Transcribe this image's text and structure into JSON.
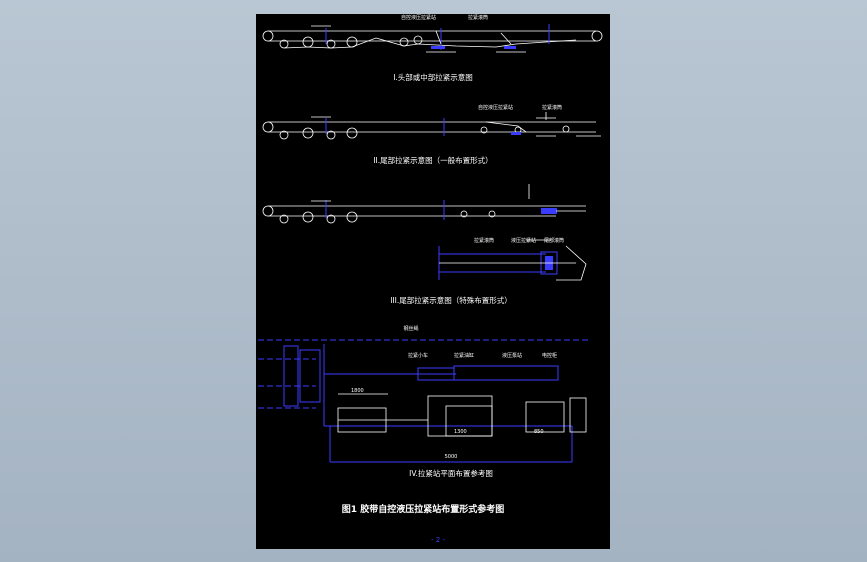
{
  "colors": {
    "background": "#a9b8c6",
    "sheet": "#000000",
    "line": "#ffffff",
    "accent": "#3a3cff"
  },
  "diagram1": {
    "caption": "I.头部或中部拉紧示意图",
    "label_a": "自控液压拉紧站",
    "label_b": "拉紧滚筒"
  },
  "diagram2": {
    "caption": "II.尾部拉紧示意图（一般布置形式）",
    "label_a": "自控液压拉紧站",
    "label_b": "拉紧滚筒"
  },
  "diagram3": {
    "caption": "III.尾部拉紧示意图（特殊布置形式）",
    "label_a": "拉紧滚筒",
    "label_b": "液压拉紧站",
    "label_c": "尾部滚筒"
  },
  "diagram4": {
    "top_label": "钢丝绳",
    "label_a": "拉紧小车",
    "label_b": "拉紧油缸",
    "label_c": "液压泵站",
    "label_d": "电控柜",
    "dim_1": "1800",
    "dim_2": "1300",
    "dim_3": "850",
    "dim_total": "5000",
    "caption": "IV.拉紧站平面布置参考图"
  },
  "figure_title": "图1 胶带自控液压拉紧站布置形式参考图",
  "page_number": "- 2 -"
}
